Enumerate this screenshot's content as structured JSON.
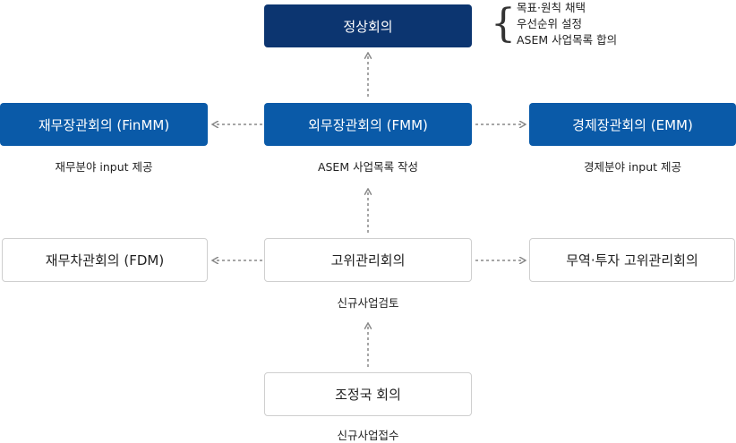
{
  "top": {
    "label": "정상회의"
  },
  "notes": [
    "목표·원칙 채택",
    "우선순위 설정",
    "ASEM 사업목록 합의"
  ],
  "row2": {
    "left": {
      "label": "재무장관회의 (FinMM)",
      "caption": "재무분야 input 제공"
    },
    "center": {
      "label": "외무장관회의 (FMM)",
      "caption": "ASEM 사업목록 작성"
    },
    "right": {
      "label": "경제장관회의 (EMM)",
      "caption": "경제분야 input 제공"
    }
  },
  "row3": {
    "left": {
      "label": "재무차관회의 (FDM)"
    },
    "center": {
      "label": "고위관리회의",
      "caption": "신규사업검토"
    },
    "right": {
      "label": "무역·투자 고위관리회의"
    }
  },
  "row4": {
    "center": {
      "label": "조정국 회의",
      "caption": "신규사업접수"
    }
  },
  "colors": {
    "dark": "#0c3570",
    "blue": "#0a5aa8",
    "border": "#cfcfcf",
    "arrow": "#888888"
  }
}
